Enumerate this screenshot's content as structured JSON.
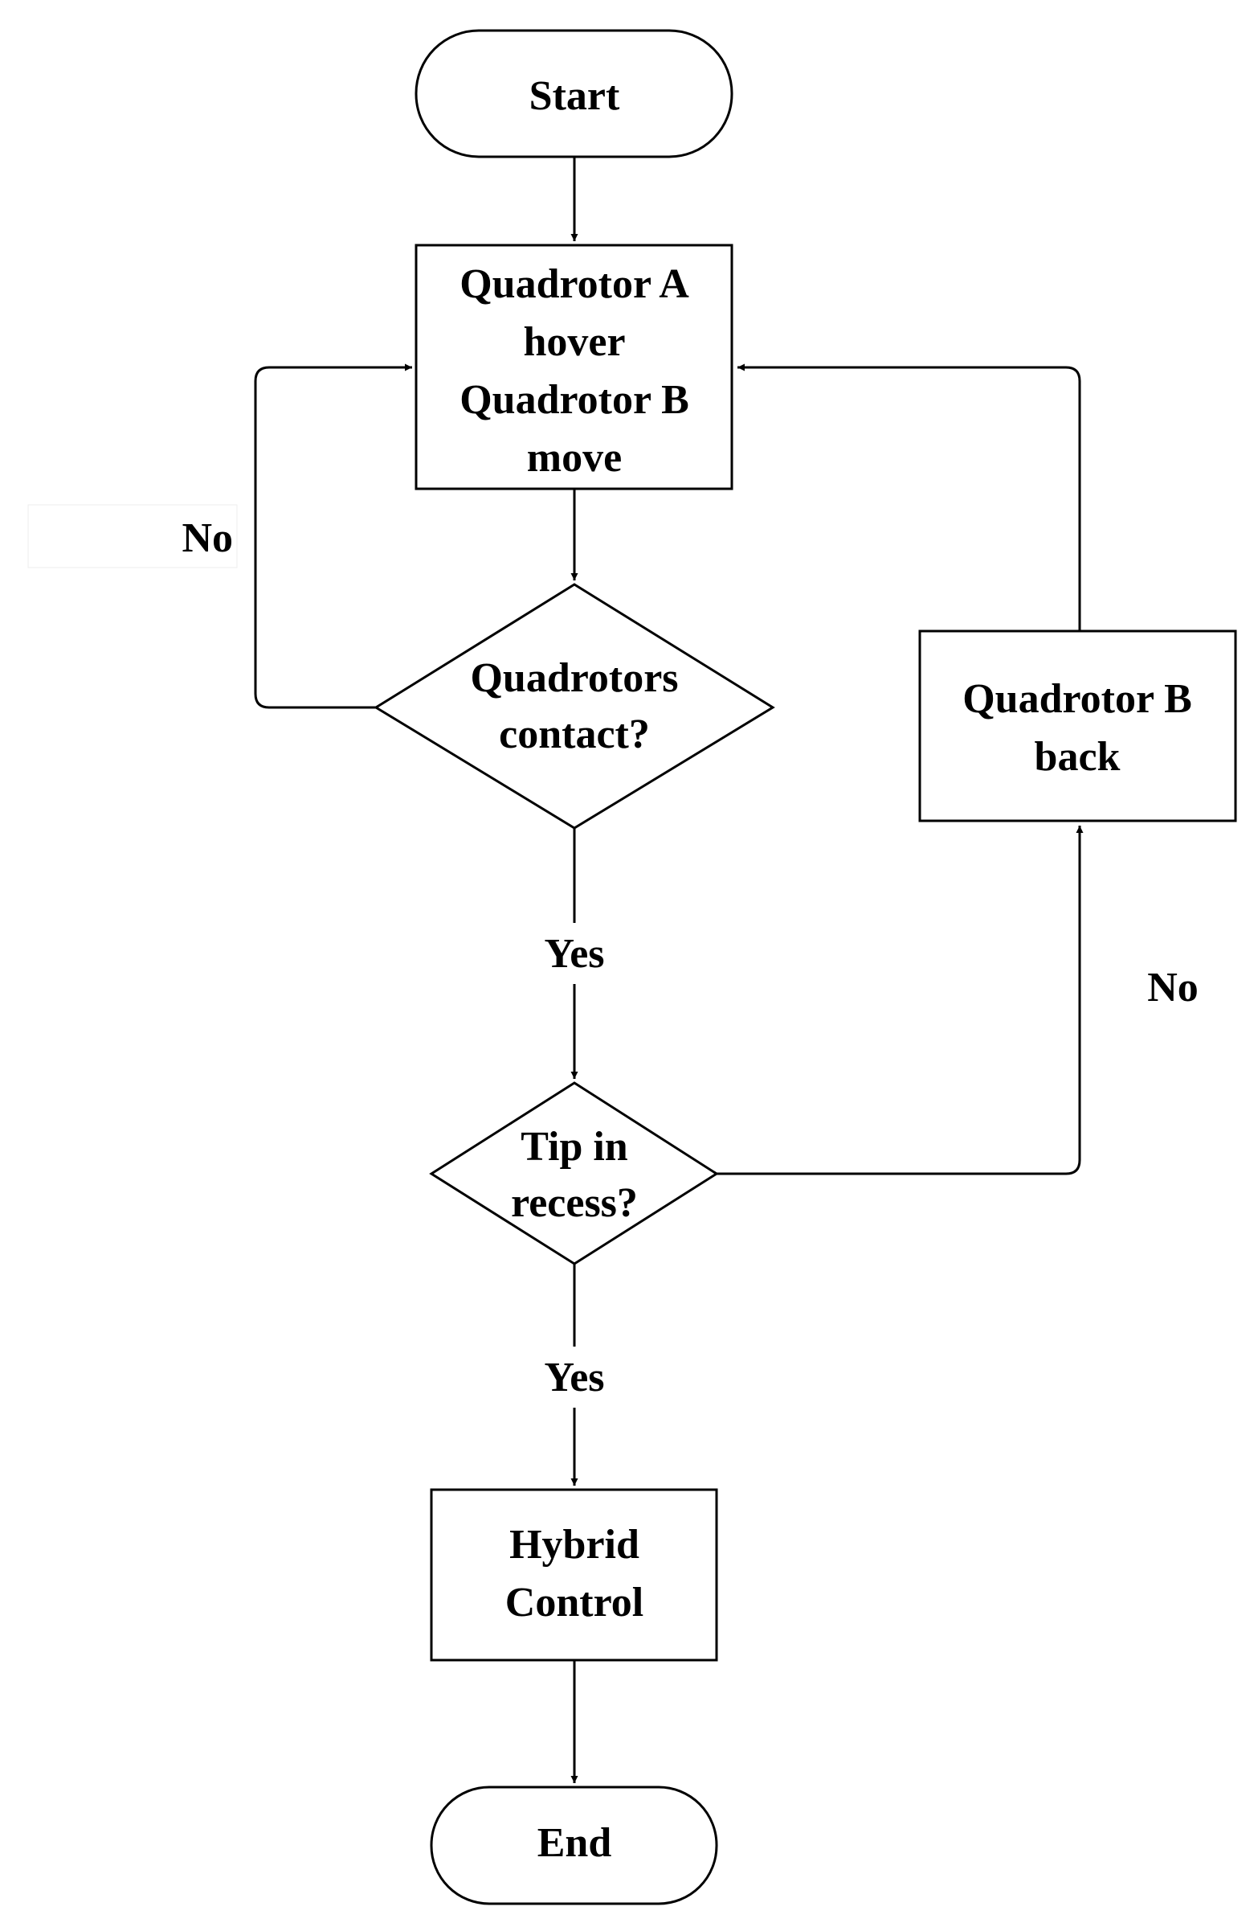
{
  "nodes": {
    "start": "Start",
    "hover_move": [
      "Quadrotor A",
      "hover",
      "Quadrotor B",
      "move"
    ],
    "contact": [
      "Quadrotors",
      "contact?"
    ],
    "tip": [
      "Tip in",
      "recess?"
    ],
    "back": [
      "Quadrotor B",
      "back"
    ],
    "hybrid": [
      "Hybrid",
      "Control"
    ],
    "end": "End"
  },
  "edges": {
    "contact_no": "No",
    "contact_yes": "Yes",
    "tip_yes": "Yes",
    "tip_no": "No"
  }
}
